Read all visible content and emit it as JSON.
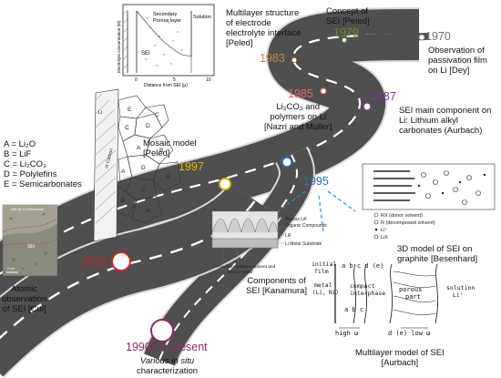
{
  "milestones": [
    {
      "year": "1970",
      "color": "#6e6e6e",
      "text": [
        "Observation of",
        "passivation film",
        "on Li [Dey]"
      ]
    },
    {
      "year": "1979",
      "color": "#6a8a2c",
      "text": [
        "Concept of",
        "SEI [Peled]"
      ]
    },
    {
      "year": "1983",
      "color": "#c0894a",
      "text": [
        "Multilayer structure",
        "of electrode",
        "electrolyte interface",
        "[Peled]"
      ]
    },
    {
      "year": "1985",
      "color": "#e06a6a",
      "text": [
        "Li₂CO₃ and",
        "polymers on Li",
        "[Nazri and Muller]"
      ]
    },
    {
      "year": "1987",
      "color": "#7b3a8e",
      "text": [
        "SEI main component on",
        "Li: Lithium alkyl",
        "carbonates (Aurbach)"
      ]
    },
    {
      "year": "1995",
      "color": "#2b6fb8",
      "text": [
        "3D model of SEI on",
        "graphite [Besenhard]"
      ]
    },
    {
      "year": "1997",
      "color": "#e6b400",
      "text": [
        "Mosaic model",
        "[Peled]"
      ]
    },
    {
      "year": "2017",
      "color": "#d42020",
      "text": [
        "Atomic",
        "observation",
        "of SEI [Cui]"
      ]
    },
    {
      "year": "1990s – present",
      "color": "#8b2a66",
      "text": [
        "Various in situ",
        "characterization"
      ]
    }
  ],
  "legend": [
    "A = Li₂O",
    "B = LiF",
    "C = Li₂CO₃",
    "D = Polylefins",
    "E = Semicarbonates"
  ],
  "captions": {
    "kanamura": [
      "Components of",
      "SEI [Kanamura]"
    ],
    "aurbach": [
      "Multilayer model of SEI",
      "[Aurbach]"
    ]
  },
  "figure_labels": {
    "peled_secondary": "Secondary",
    "peled_porous": "Porous layer",
    "peled_solution": "Solution",
    "peled_sei": "SEI",
    "peled_xaxis": "Distance from SEI (μ)",
    "peled_yaxis": "Electrolyte concentration (M)",
    "peled_x0": "0",
    "peled_x5": "5",
    "peled_x10": "10",
    "mosaic_li": "Li",
    "mosaic_carbon": "or Carbon",
    "kana_porous": "Porous LiF",
    "kana_organic": "Organic Compounds",
    "kana_lif": "LiF",
    "kana_substrate": "Li Metal Substrate",
    "kana_reaction1": "Reaction between solvent and",
    "kana_reaction2": "lithium metal",
    "besen_rx": "RX (donor solvent)",
    "besen_r": "R (decomposed solvent)",
    "besen_li": "Li⁺",
    "besen_lix": "LiX",
    "cui_title": "SEI @ Cu Electrode",
    "cui_sei": "SEI",
    "cui_scale": "5 nm",
    "aur_initial1": "initial",
    "aur_initial2": "film",
    "aur_metal1": "metal",
    "aur_metal2": "(Li, Ni)",
    "aur_compact1": "compact",
    "aur_compact2": "interphase",
    "aur_porous1": "porous",
    "aur_porous2": "part",
    "aur_solution1": "solution",
    "aur_solution2": "Li⁺",
    "aur_top": "a  b  c  d    (e)",
    "aur_bottom": "a  b  c",
    "aur_high": "high ω",
    "aur_low": "d  (e)  low ω"
  },
  "colors": {
    "road": "#4f4f4f",
    "road_edge": "#d9d9d9",
    "dash": "#ffffff",
    "connector": "#2b8fd6"
  }
}
